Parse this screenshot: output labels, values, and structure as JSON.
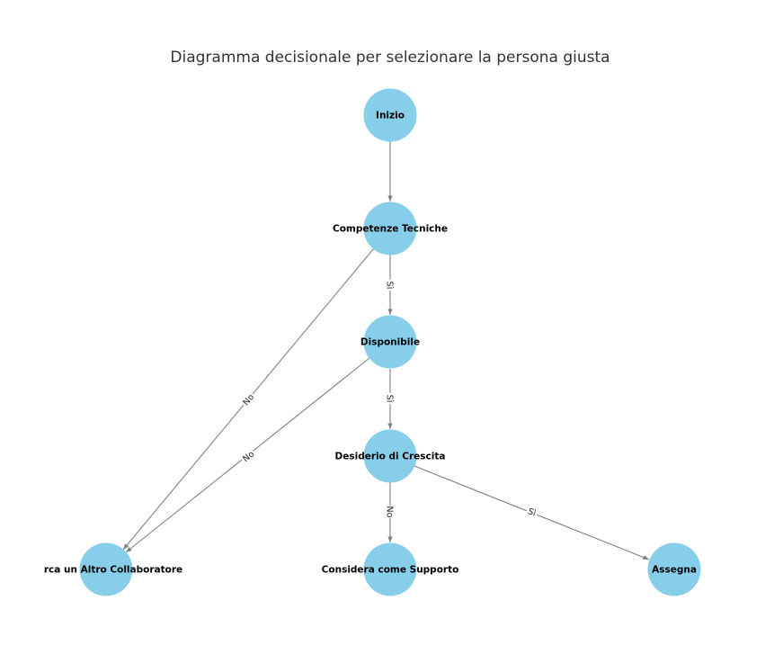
{
  "title": "Diagramma decisionale per selezionare la persona giusta",
  "colors": {
    "node_fill": "#87CEEB",
    "edge": "#808080",
    "edge_label_bg": "#ffffff"
  },
  "nodes": {
    "start": "Inizio",
    "skills": "Competenze Tecniche",
    "available": "Disponibile",
    "growth": "Desiderio di Crescita",
    "other": "rca un Altro Collaboratore",
    "support": "Considera come Supporto",
    "assign": "Assegna"
  },
  "edge_labels": {
    "skills_available": "Sì",
    "available_growth": "Sì",
    "skills_other": "No",
    "available_other": "No",
    "growth_support": "No",
    "growth_assign": "Sì"
  }
}
